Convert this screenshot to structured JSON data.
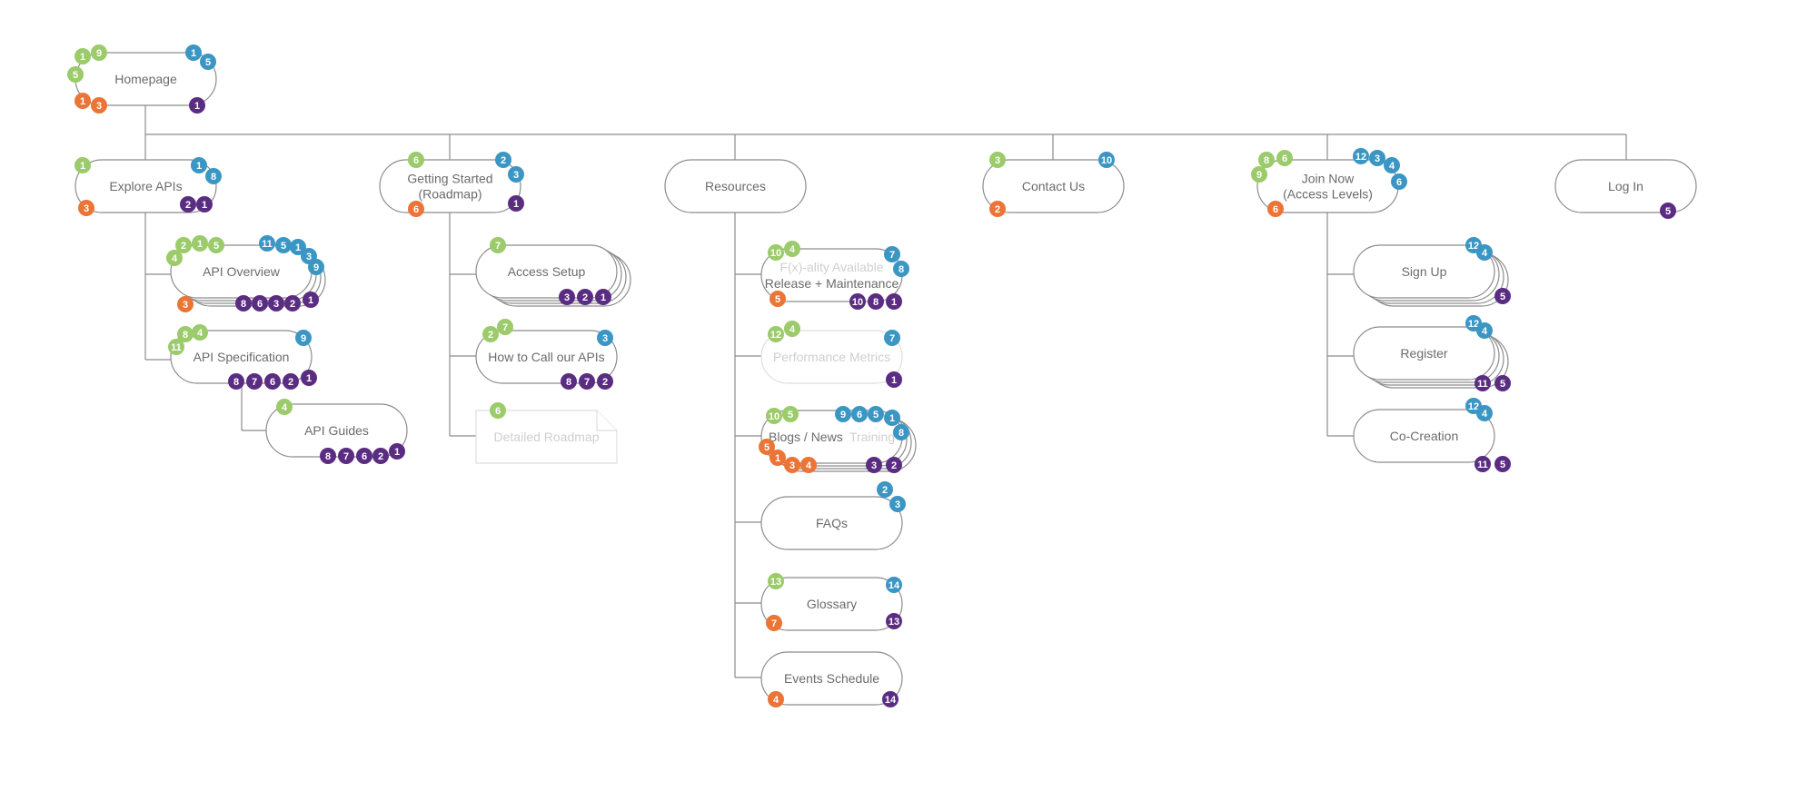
{
  "colors": {
    "green": "#9bcb6a",
    "blue": "#3b96c4",
    "orange": "#ea7537",
    "purple": "#5a2d82",
    "stroke": "#8c8c8c",
    "text": "#6b6b6b",
    "faint_text": "#cfcfcf",
    "faint_stroke": "#dedede"
  },
  "nodes": [
    {
      "id": "homepage",
      "label": [
        "Homepage"
      ],
      "badges": {
        "green": [
          "1",
          "9",
          "5"
        ],
        "blue": [
          "1",
          "5"
        ],
        "orange": [
          "1",
          "3"
        ],
        "purple": [
          "1"
        ]
      }
    },
    {
      "id": "explore-apis",
      "label": [
        "Explore APIs"
      ],
      "badges": {
        "green": [
          "1"
        ],
        "blue": [
          "1",
          "8"
        ],
        "orange": [
          "3"
        ],
        "purple": [
          "2",
          "1"
        ]
      }
    },
    {
      "id": "api-overview",
      "label": [
        "API Overview"
      ],
      "badges": {
        "green": [
          "4",
          "2",
          "1",
          "5"
        ],
        "blue": [
          "11",
          "5",
          "1",
          "3",
          "9"
        ],
        "orange": [
          "3"
        ],
        "purple": [
          "8",
          "6",
          "3",
          "2",
          "1"
        ]
      }
    },
    {
      "id": "api-specification",
      "label": [
        "API Specification"
      ],
      "badges": {
        "green": [
          "11",
          "8",
          "4"
        ],
        "blue": [
          "9"
        ],
        "orange": [],
        "purple": [
          "8",
          "7",
          "6",
          "2",
          "1"
        ]
      }
    },
    {
      "id": "api-guides",
      "label": [
        "API Guides"
      ],
      "badges": {
        "green": [
          "4"
        ],
        "blue": [],
        "orange": [],
        "purple": [
          "8",
          "7",
          "6",
          "2",
          "1"
        ]
      }
    },
    {
      "id": "getting-started",
      "label": [
        "Getting Started",
        "(Roadmap)"
      ],
      "badges": {
        "green": [
          "6"
        ],
        "blue": [
          "2",
          "3"
        ],
        "orange": [
          "6"
        ],
        "purple": [
          "1"
        ]
      }
    },
    {
      "id": "access-setup",
      "label": [
        "Access Setup"
      ],
      "badges": {
        "green": [
          "7"
        ],
        "blue": [],
        "orange": [],
        "purple": [
          "3",
          "2",
          "1"
        ]
      }
    },
    {
      "id": "how-to-call",
      "label": [
        "How to Call our APIs"
      ],
      "badges": {
        "green": [
          "2",
          "7"
        ],
        "blue": [
          "3"
        ],
        "orange": [],
        "purple": [
          "8",
          "7",
          "2"
        ]
      }
    },
    {
      "id": "detailed-roadmap",
      "label": [
        "Detailed Roadmap"
      ],
      "badges": {
        "green": [
          "6"
        ],
        "blue": [],
        "orange": [],
        "purple": []
      }
    },
    {
      "id": "resources",
      "label": [
        "Resources"
      ],
      "badges": {
        "green": [],
        "blue": [],
        "orange": [],
        "purple": []
      }
    },
    {
      "id": "release-maintenance",
      "label": [
        "F(x)-ality Available",
        "Release + Maintenance"
      ],
      "badges": {
        "green": [
          "10",
          "4"
        ],
        "blue": [
          "7",
          "8"
        ],
        "orange": [
          "5"
        ],
        "purple": [
          "10",
          "8",
          "1"
        ]
      }
    },
    {
      "id": "performance-metrics",
      "label": [
        "Performance Metrics"
      ],
      "badges": {
        "green": [
          "12",
          "4"
        ],
        "blue": [
          "7"
        ],
        "orange": [],
        "purple": [
          "1"
        ]
      }
    },
    {
      "id": "blogs-news",
      "label": [
        "Blogs / News",
        "Training"
      ],
      "badges": {
        "green": [
          "10",
          "5"
        ],
        "blue": [
          "9",
          "6",
          "5",
          "1",
          "8"
        ],
        "orange": [
          "5",
          "1",
          "3",
          "4"
        ],
        "purple": [
          "3",
          "2"
        ]
      }
    },
    {
      "id": "faqs",
      "label": [
        "FAQs"
      ],
      "badges": {
        "green": [],
        "blue": [
          "2",
          "3"
        ],
        "orange": [],
        "purple": []
      }
    },
    {
      "id": "glossary",
      "label": [
        "Glossary"
      ],
      "badges": {
        "green": [
          "13"
        ],
        "blue": [
          "14"
        ],
        "orange": [
          "7"
        ],
        "purple": [
          "13"
        ]
      }
    },
    {
      "id": "events-schedule",
      "label": [
        "Events Schedule"
      ],
      "badges": {
        "green": [],
        "blue": [],
        "orange": [
          "4"
        ],
        "purple": [
          "14"
        ]
      }
    },
    {
      "id": "contact-us",
      "label": [
        "Contact Us"
      ],
      "badges": {
        "green": [
          "3"
        ],
        "blue": [
          "10"
        ],
        "orange": [
          "2"
        ],
        "purple": []
      }
    },
    {
      "id": "join-now",
      "label": [
        "Join Now",
        "(Access Levels)"
      ],
      "badges": {
        "green": [
          "8",
          "6",
          "9"
        ],
        "blue": [
          "12",
          "3",
          "4",
          "6"
        ],
        "orange": [
          "6"
        ],
        "purple": []
      }
    },
    {
      "id": "sign-up",
      "label": [
        "Sign Up"
      ],
      "badges": {
        "green": [],
        "blue": [
          "12",
          "4"
        ],
        "orange": [],
        "purple": [
          "5"
        ]
      }
    },
    {
      "id": "register",
      "label": [
        "Register"
      ],
      "badges": {
        "green": [],
        "blue": [
          "12",
          "4"
        ],
        "orange": [],
        "purple": [
          "11",
          "5"
        ]
      }
    },
    {
      "id": "co-creation",
      "label": [
        "Co-Creation"
      ],
      "badges": {
        "green": [],
        "blue": [
          "12",
          "4"
        ],
        "orange": [],
        "purple": [
          "11",
          "5"
        ]
      }
    },
    {
      "id": "log-in",
      "label": [
        "Log In"
      ],
      "badges": {
        "green": [],
        "blue": [],
        "orange": [],
        "purple": [
          "5"
        ]
      }
    }
  ]
}
